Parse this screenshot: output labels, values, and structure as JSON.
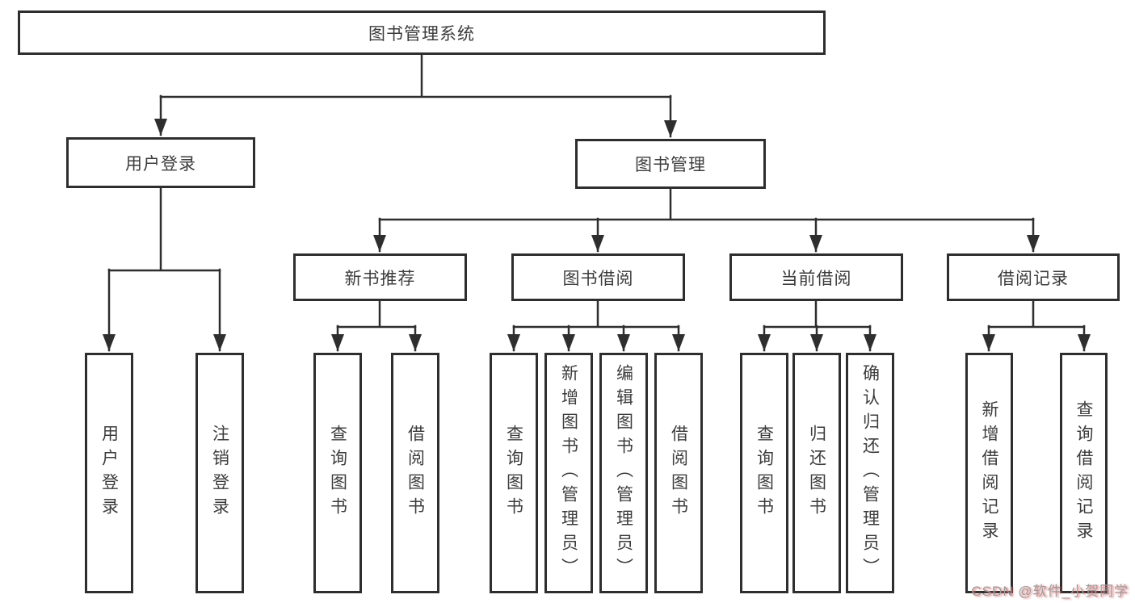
{
  "diagram_type": "hierarchy-tree",
  "tree": {
    "root": {
      "label": "图书管理系统",
      "children": [
        {
          "label": "用户登录",
          "children": [
            {
              "label": "用户登录"
            },
            {
              "label": "注销登录"
            }
          ]
        },
        {
          "label": "图书管理",
          "children": [
            {
              "label": "新书推荐",
              "children": [
                {
                  "label": "查询图书"
                },
                {
                  "label": "借阅图书"
                }
              ]
            },
            {
              "label": "图书借阅",
              "children": [
                {
                  "label": "查询图书"
                },
                {
                  "label": "新增图书（管理员）"
                },
                {
                  "label": "编辑图书（管理员）"
                },
                {
                  "label": "借阅图书"
                }
              ]
            },
            {
              "label": "当前借阅",
              "children": [
                {
                  "label": "查询图书"
                },
                {
                  "label": "归还图书"
                },
                {
                  "label": "确认归还（管理员）"
                }
              ]
            },
            {
              "label": "借阅记录",
              "children": [
                {
                  "label": "新增借阅记录"
                },
                {
                  "label": "查询借阅记录"
                }
              ]
            }
          ]
        }
      ]
    }
  },
  "watermark": {
    "text": "CSDN @软件_小贺同学"
  },
  "colors": {
    "line": "#2e2e2e",
    "box_border": "#2e2e2e",
    "box_fill": "#ffffff",
    "text": "#3c3c3c",
    "watermark_text": "#9c9c9c",
    "watermark_shadow": "#e56363"
  }
}
